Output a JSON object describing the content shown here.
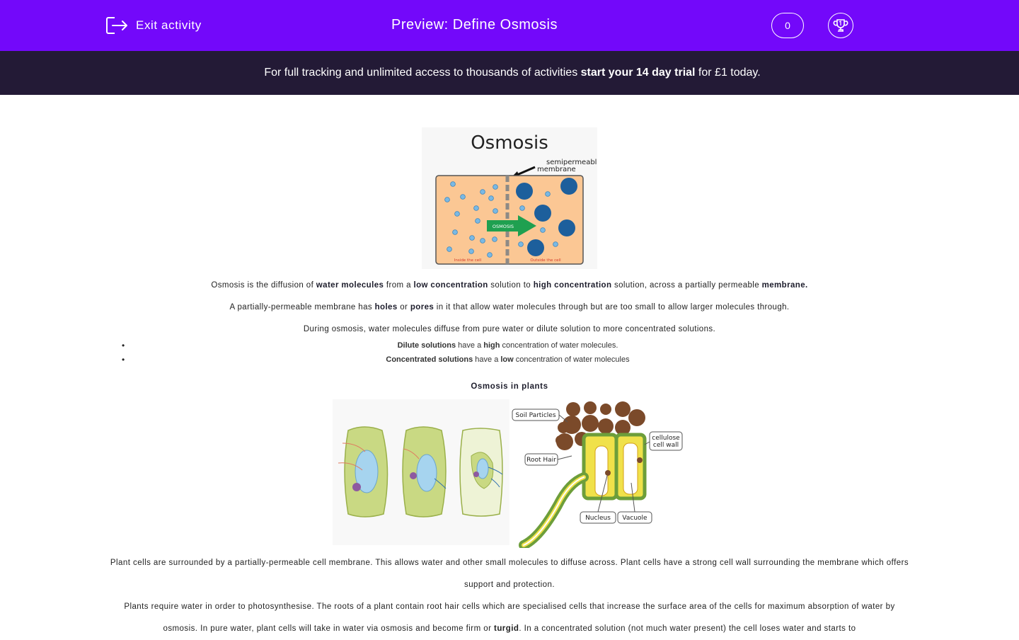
{
  "header": {
    "exit_label": "Exit activity",
    "title": "Preview: Define Osmosis",
    "score": "0",
    "bg_color": "#7308fa"
  },
  "promo": {
    "pre": "For full tracking and unlimited access to thousands of activities ",
    "cta": "start your 14 day trial",
    "post": " for £1 today."
  },
  "diagram1": {
    "title": "Osmosis",
    "membrane_label_1": "semipermeable",
    "membrane_label_2": "membrane",
    "arrow_label": "OSMOSIS",
    "inside_label": "Inside the cell",
    "outside_label": "Outside the cell"
  },
  "p1": {
    "a": "Osmosis is the diffusion of ",
    "b": "water molecules",
    "c": " from a ",
    "d": "low concentration",
    "e": " solution to ",
    "f": "high concentration",
    "g": " solution, across a partially permeable ",
    "h": "membrane."
  },
  "p2": {
    "a": "A partially-permeable membrane has ",
    "b": "holes",
    "c": " or ",
    "d": "pores",
    "e": " in it that allow water molecules through but are too small to allow larger molecules through."
  },
  "p3": "During osmosis, water molecules diffuse from pure water or dilute solution to more concentrated solutions.",
  "bullets": [
    {
      "a": "Dilute solutions",
      "b": " have a ",
      "c": "high",
      "d": " concentration of water molecules."
    },
    {
      "a": "Concentrated solutions",
      "b": " have a ",
      "c": "low",
      "d": " concentration of water molecules"
    }
  ],
  "subheading": "Osmosis in plants",
  "diagram2": {
    "soil": "Soil Particles",
    "root_hair": "Root Hair",
    "cellulose_1": "cellulose",
    "cellulose_2": "cell wall",
    "nucleus": "Nucleus",
    "vacuole": "Vacuole"
  },
  "p4": "Plant cells are surrounded by a partially-permeable cell membrane. This allows water and other small molecules to diffuse across. Plant cells have a strong cell wall surrounding the membrane which offers support and protection.",
  "p5": {
    "a": "Plants require water in order to photosynthesise. The roots of a plant contain root hair cells which are specialised cells that increase the surface area of the cells for maximum absorption of water by osmosis. In pure water, plant cells will take in water via osmosis and become firm or ",
    "b": "turgid",
    "c": ". In a concentrated solution (not much water present) the cell loses water and starts to"
  }
}
